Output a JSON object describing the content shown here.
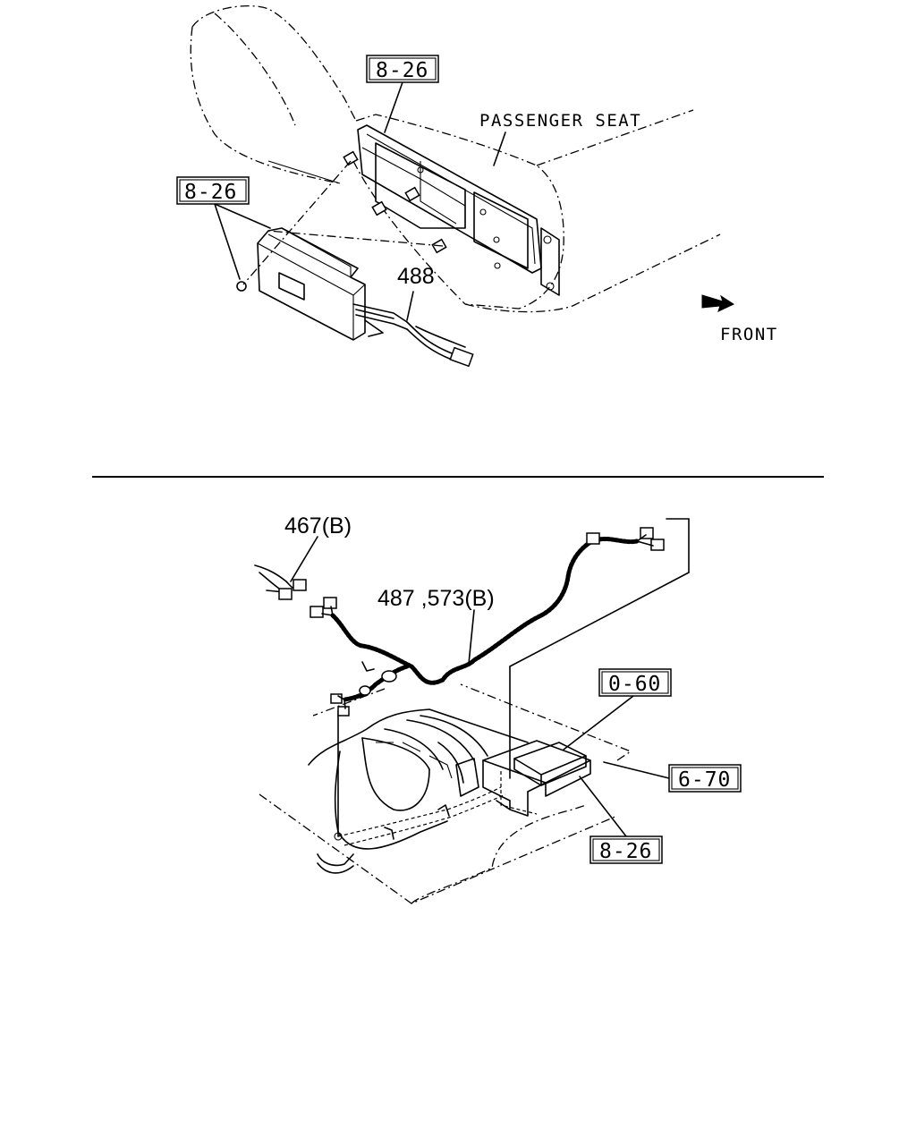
{
  "labels": {
    "ref_8_26_a": "8-26",
    "ref_8_26_b": "8-26",
    "passenger_seat": "PASSENGER SEAT",
    "part_488": "488",
    "front": "FRONT",
    "part_467b": "467(B)",
    "part_487_573b": "487 ,573(B)",
    "ref_0_60": "0-60",
    "ref_6_70": "6-70",
    "ref_8_26_c": "8-26"
  }
}
